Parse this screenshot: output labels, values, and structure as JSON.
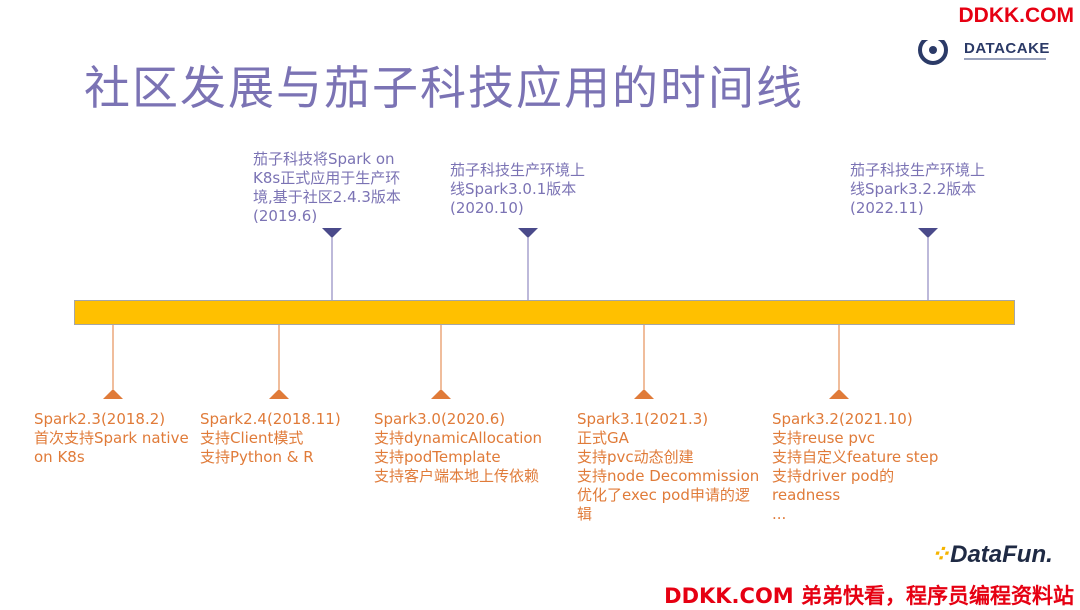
{
  "title": "社区发展与茄子科技应用的时间线",
  "watermark_top": "DDKK.COM",
  "watermark_bottom": "DDKK.COM 弟弟快看，程序员编程资料站",
  "logos": {
    "datacake": "DATACAKE",
    "datafun": "DataFun."
  },
  "colors": {
    "title": "#7b73b4",
    "bar": "#ffc000",
    "above_marker": "#4a4a8a",
    "below_marker": "#e07b39",
    "watermark": "#e60012"
  },
  "events_above": [
    {
      "lines": [
        "茄子科技将Spark on",
        "K8s正式应用于生产环",
        "境,基于社区2.4.3版本",
        "(2019.6)"
      ]
    },
    {
      "lines": [
        "茄子科技生产环境上",
        "线Spark3.0.1版本",
        "(2020.10)"
      ]
    },
    {
      "lines": [
        "茄子科技生产环境上",
        "线Spark3.2.2版本",
        "(2022.11)"
      ]
    }
  ],
  "events_below": [
    {
      "lines": [
        "Spark2.3(2018.2)",
        "首次支持Spark native",
        "on K8s"
      ]
    },
    {
      "lines": [
        "Spark2.4(2018.11)",
        "支持Client模式",
        "支持Python & R"
      ]
    },
    {
      "lines": [
        "Spark3.0(2020.6)",
        "支持dynamicAllocation",
        "支持podTemplate",
        "支持客户端本地上传依赖"
      ]
    },
    {
      "lines": [
        "Spark3.1(2021.3)",
        "正式GA",
        "支持pvc动态创建",
        "支持node Decommission",
        "优化了exec pod申请的逻",
        "辑"
      ]
    },
    {
      "lines": [
        "Spark3.2(2021.10)",
        "支持reuse pvc",
        "支持自定义feature step",
        "支持driver pod的",
        "readness",
        "..."
      ]
    }
  ]
}
